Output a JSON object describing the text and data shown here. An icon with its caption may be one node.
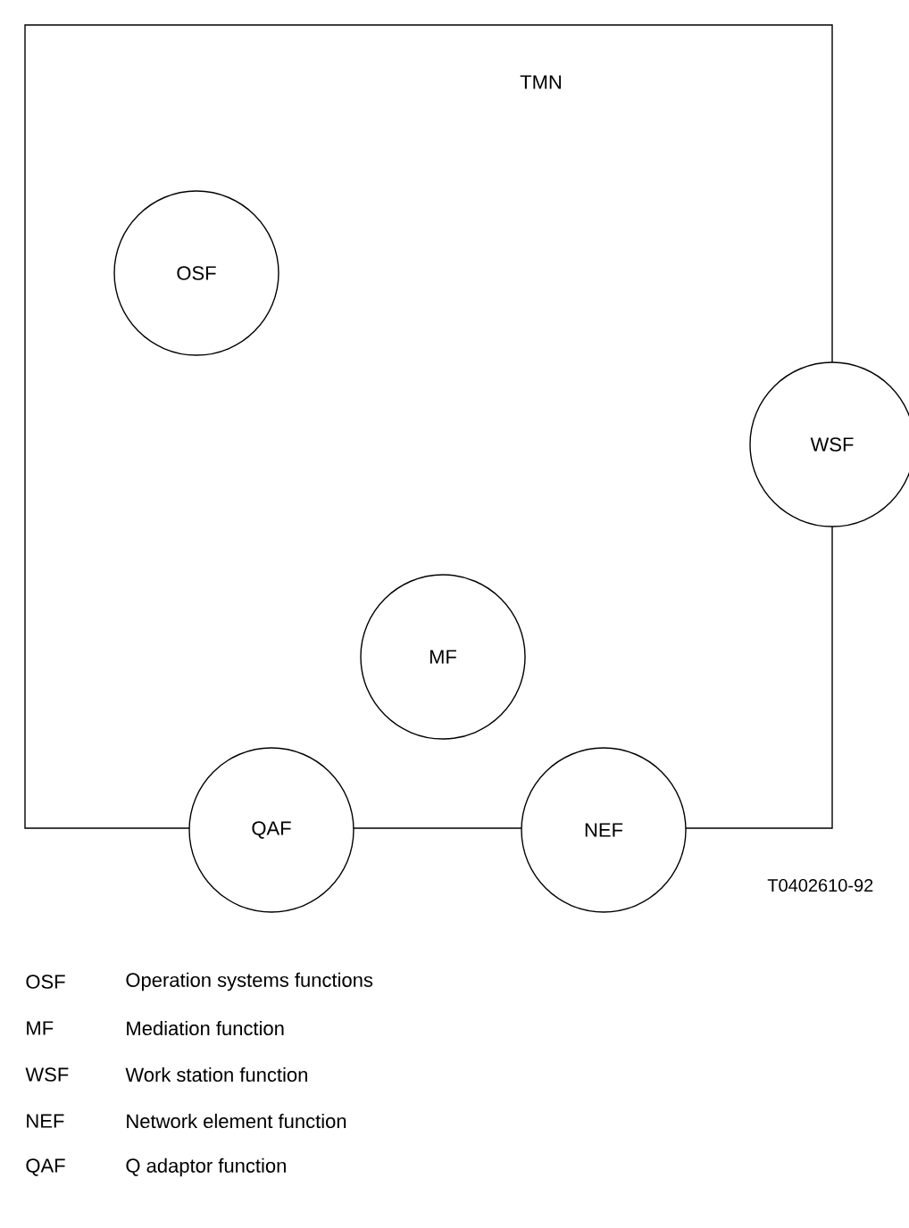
{
  "diagram": {
    "nodes": [
      {
        "text": [
          "TMN"
        ]
      },
      {
        "text": [
          "OSF"
        ],
        "in": 0
      },
      {
        "text": [
          "WSF"
        ]
      },
      {
        "text": [
          "MF"
        ],
        "in": 0
      },
      {
        "text": [
          "QAF"
        ]
      },
      {
        "text": [
          "NEF"
        ]
      }
    ],
    "labels": [
      "T0402610-92",
      "OSF",
      "Operation systems functions",
      "MF",
      "Mediation function",
      "WSF",
      "Work station function",
      "NEF",
      "Network element function",
      "QAF",
      "Q adaptor function"
    ]
  }
}
